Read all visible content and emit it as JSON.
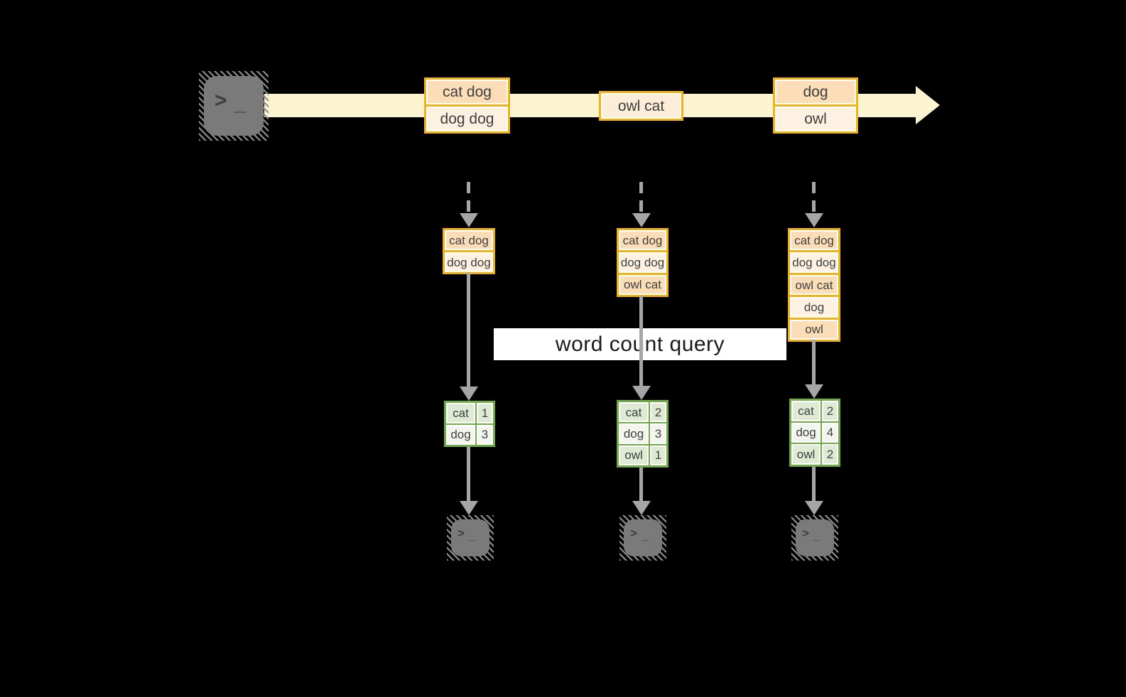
{
  "diagram": {
    "query_label": "word count query",
    "description": "stream of text records flowing from a producer terminal; three snapshots of buffered records are reduced by a word count query into count tables consumed by terminals"
  },
  "terminal": {
    "chevron": ">",
    "underscore": "_"
  },
  "stream_events": [
    {
      "records": [
        "cat dog",
        "dog dog"
      ]
    },
    {
      "records": [
        "owl cat"
      ]
    },
    {
      "records": [
        "dog",
        "owl"
      ]
    }
  ],
  "columns": [
    {
      "buffered_records": [
        "cat dog",
        "dog dog"
      ],
      "word_counts": [
        {
          "word": "cat",
          "count": "1"
        },
        {
          "word": "dog",
          "count": "3"
        }
      ]
    },
    {
      "buffered_records": [
        "cat dog",
        "dog dog",
        "owl cat"
      ],
      "word_counts": [
        {
          "word": "cat",
          "count": "2"
        },
        {
          "word": "dog",
          "count": "3"
        },
        {
          "word": "owl",
          "count": "1"
        }
      ]
    },
    {
      "buffered_records": [
        "cat dog",
        "dog dog",
        "owl cat",
        "dog",
        "owl"
      ],
      "word_counts": [
        {
          "word": "cat",
          "count": "2"
        },
        {
          "word": "dog",
          "count": "4"
        },
        {
          "word": "owl",
          "count": "2"
        }
      ]
    }
  ],
  "colors": {
    "background": "#000000",
    "stream_band": "#FCF3D1",
    "accent_amber": "#F0B316",
    "cell_peach": "#FBDDB8",
    "cell_cream": "#FDF2E1",
    "green_border": "#71AD47",
    "green_row_odd": "#DFEAD5",
    "green_row_even": "#F2F6EE",
    "connector_gray": "#A6A6A6",
    "terminal_gray": "#7A7A7A",
    "label_band": "#FFFFFF",
    "text": "#3F3F3F"
  }
}
